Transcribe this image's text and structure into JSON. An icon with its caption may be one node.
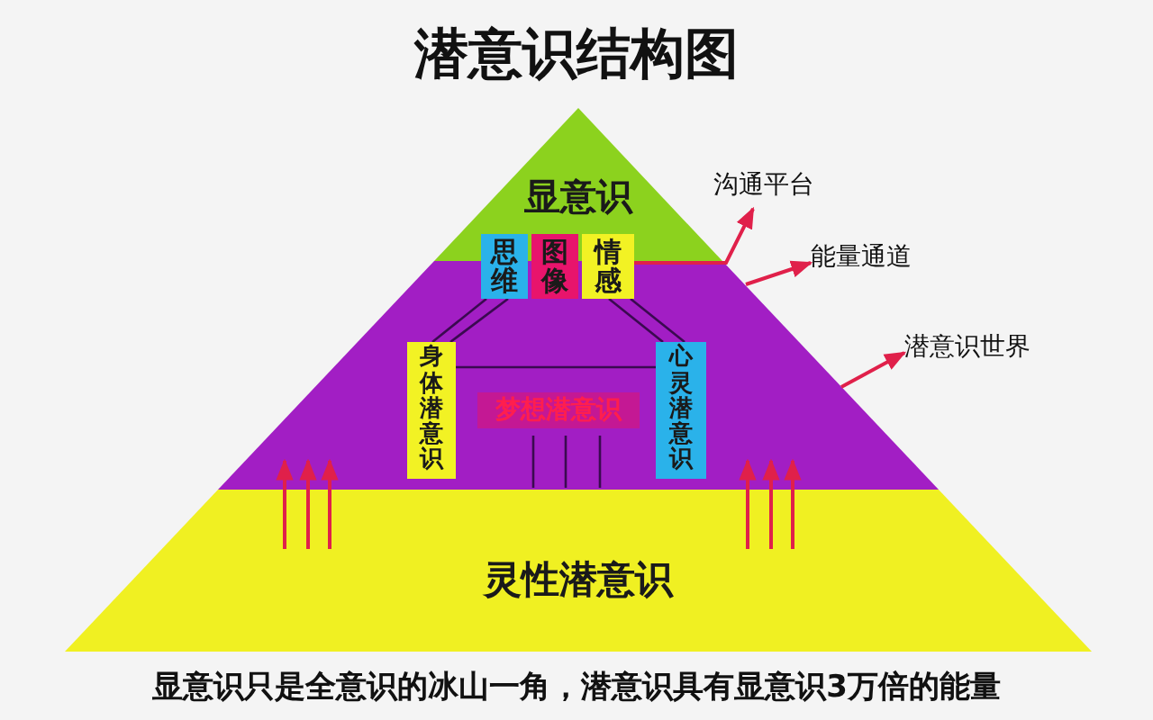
{
  "diagram": {
    "title": "潜意识结构图",
    "caption": "显意识只是全意识的冰山一角，潜意识具有显意识3万倍的能量",
    "nodes": [
      {
        "text": [
          "显意识"
        ]
      },
      {
        "text": [],
        "shape": "band"
      },
      {
        "text": [
          "思维"
        ]
      },
      {
        "text": [
          "图像"
        ]
      },
      {
        "text": [
          "情感"
        ]
      },
      {
        "text": [
          "身体潜意识"
        ],
        "in": 1
      },
      {
        "text": [
          "梦想潜意识"
        ],
        "in": 1
      },
      {
        "text": [
          "心灵潜意识"
        ],
        "in": 1
      },
      {
        "text": [
          "灵性潜意识"
        ]
      },
      {
        "text": [
          "沟通平台"
        ]
      },
      {
        "text": [
          "能量通道"
        ]
      },
      {
        "text": [
          "潜意识世界"
        ]
      }
    ],
    "edges": [
      {
        "from": 4,
        "to": 9,
        "arrow": "to"
      },
      {
        "from": 1,
        "to": 10,
        "arrow": "to"
      },
      {
        "from": 1,
        "to": 11,
        "arrow": "to"
      },
      {
        "from": 2,
        "to": 5,
        "arrow": "none",
        "color": "#3a0a50"
      },
      {
        "from": 4,
        "to": 7,
        "arrow": "none",
        "color": "#3a0a50"
      },
      {
        "from": 8,
        "to": 1,
        "arrow": "to"
      },
      {
        "from": 8,
        "to": 1,
        "arrow": "to"
      },
      {
        "from": 8,
        "to": 1,
        "arrow": "to"
      },
      {
        "from": 8,
        "to": 1,
        "arrow": "to"
      },
      {
        "from": 8,
        "to": 1,
        "arrow": "to"
      },
      {
        "from": 8,
        "to": 1,
        "arrow": "to"
      },
      {
        "from": 2,
        "to": 5,
        "arrow": "none",
        "color": "#3a0a50"
      },
      {
        "from": 4,
        "to": 7,
        "arrow": "none",
        "color": "#3a0a50"
      },
      {
        "from": 5,
        "to": 7,
        "arrow": "none",
        "color": "#3a0a50"
      }
    ]
  }
}
